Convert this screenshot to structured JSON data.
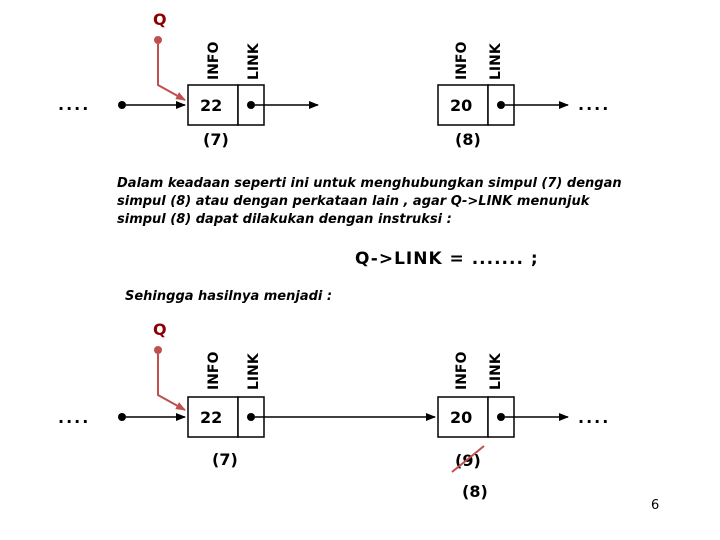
{
  "top": {
    "q_label": "Q",
    "node7": {
      "info_label": "INFO",
      "link_label": "LINK",
      "value": "22",
      "caption": "(7)"
    },
    "node8": {
      "info_label": "INFO",
      "link_label": "LINK",
      "value": "20",
      "caption": "(8)"
    },
    "left_dots": "....",
    "right_dots": "...."
  },
  "explanation": {
    "lines": [
      "Dalam keadaan seperti ini untuk menghubungkan simpul (7) dengan",
      "simpul (8) atau dengan perkataan lain , agar Q->LINK menunjuk",
      "simpul (8) dapat dilakukan dengan instruksi :"
    ],
    "instruction": "Q->LINK = ....... ;",
    "result_intro": "Sehingga hasilnya menjadi :"
  },
  "bottom": {
    "q_label": "Q",
    "node7": {
      "info_label": "INFO",
      "link_label": "LINK",
      "value": "22",
      "caption": "(7)"
    },
    "node8": {
      "info_label": "INFO",
      "link_label": "LINK",
      "value": "20",
      "caption_crossed": "(9)",
      "caption": "(8)"
    },
    "left_dots": "....",
    "right_dots": "...."
  },
  "page_number": "6",
  "colors": {
    "pointer": "#c0504d",
    "pointer_dark": "#8b0000",
    "ink": "#000000",
    "strike": "#c0504d"
  }
}
